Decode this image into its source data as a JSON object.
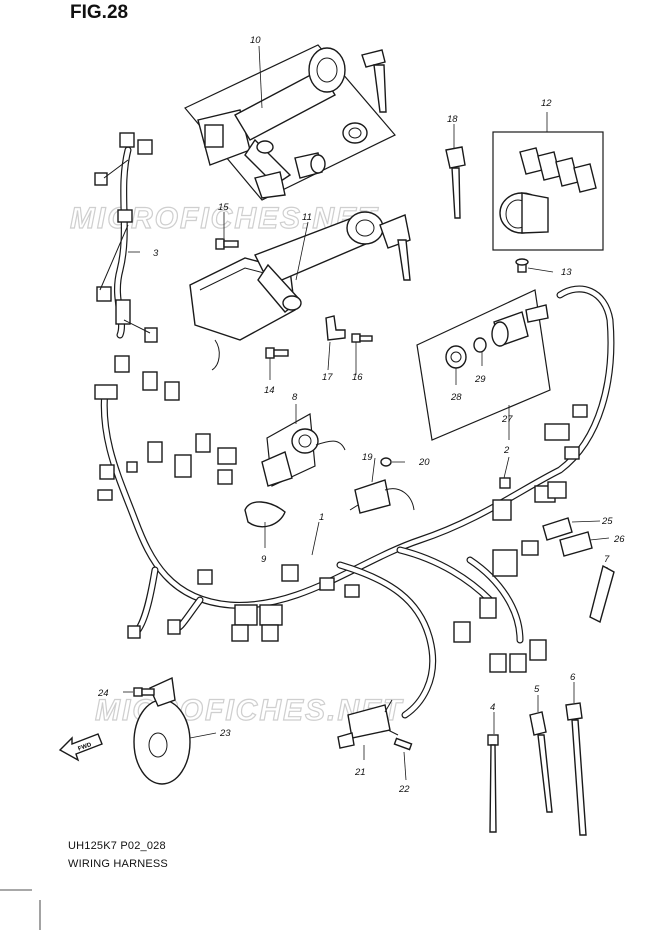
{
  "figure": {
    "title": "FIG.28",
    "model_code": "UH125K7 P02_028",
    "section_title": "WIRING HARNESS"
  },
  "watermark": {
    "text": "MICROFICHES.NET"
  },
  "orientation_arrow": {
    "label": "FWD"
  },
  "callouts": {
    "c1": "1",
    "c2": "2",
    "c3": "3",
    "c4": "4",
    "c5": "5",
    "c6": "6",
    "c7": "7",
    "c8": "8",
    "c9": "9",
    "c10": "10",
    "c11": "11",
    "c12": "12",
    "c13": "13",
    "c14": "14",
    "c15": "15",
    "c16": "16",
    "c17": "17",
    "c18": "18",
    "c19": "19",
    "c20": "20",
    "c21": "21",
    "c22": "22",
    "c23": "23",
    "c24": "24",
    "c25": "25",
    "c26": "26",
    "c27": "27",
    "c28": "28",
    "c29": "29"
  }
}
